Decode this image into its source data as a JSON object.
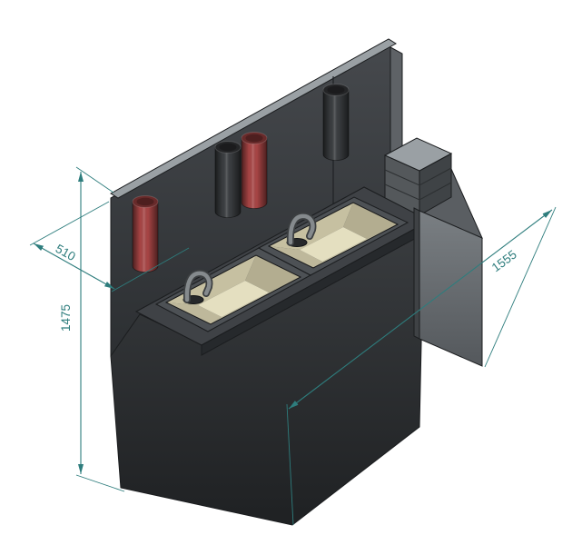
{
  "drawing": {
    "dimensions": {
      "depth": "510",
      "height": "1475",
      "length": "1555"
    },
    "colors": {
      "background": "#ffffff",
      "panel_top": "#9aa0a4",
      "body_mid": "#3f4246",
      "body_dark": "#26292c",
      "counter": "#3f4246",
      "basin_wall": "#beb89b",
      "basin_floor": "#e4dfc0",
      "cylinder_red": "#a84545",
      "cylinder_dark": "#3a3d40",
      "door_gray": "#6b7074",
      "equipment_gray": "#54585b",
      "faucet_gray": "#858a8d",
      "dimension_teal": "#2e7d7d",
      "edge": "#1b1d1f"
    }
  }
}
